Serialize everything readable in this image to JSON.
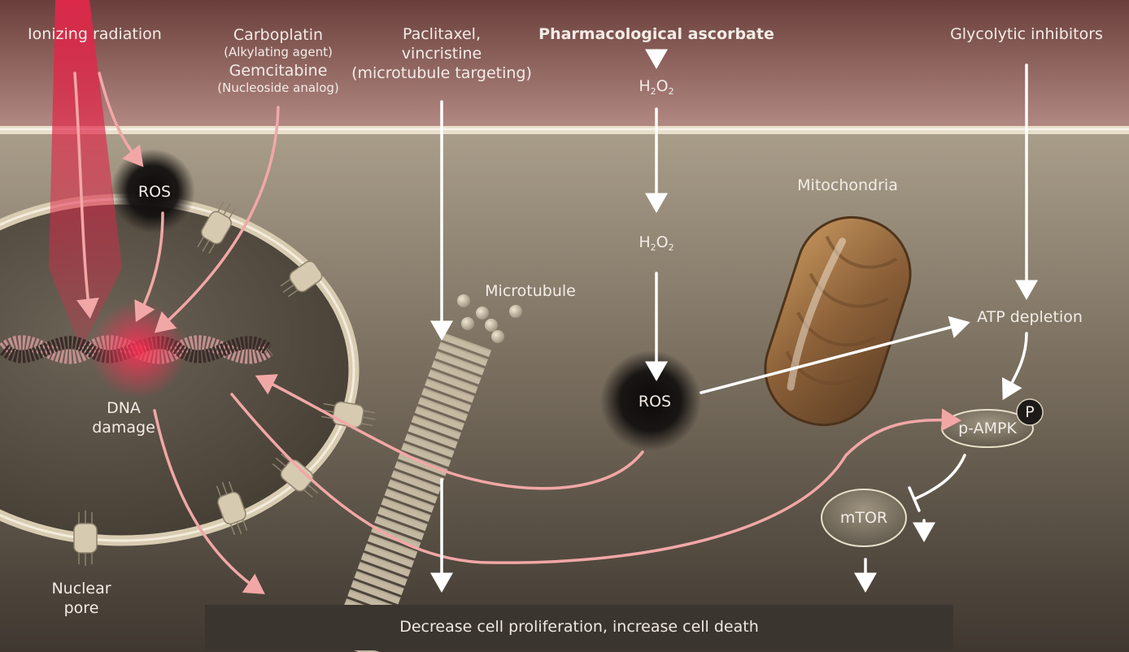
{
  "labels": {
    "ionizing_radiation": "Ionizing radiation",
    "carboplatin": "Carboplatin",
    "alkylating_agent": "(Alkylating agent)",
    "gemcitabine": "Gemcitabine",
    "nucleoside_analog": "(Nucleoside analog)",
    "paclitaxel_line1": "Paclitaxel,",
    "paclitaxel_line2": "vincristine",
    "paclitaxel_line3": "(microtubule targeting)",
    "pharmacological_ascorbate": "Pharmacological ascorbate",
    "h2o2_base": "H",
    "h2o2_sub1": "2",
    "h2o2_mid": "O",
    "h2o2_sub2": "2",
    "glycolytic_inhibitors": "Glycolytic inhibitors",
    "ros": "ROS",
    "mitochondria": "Mitochondria",
    "microtubule": "Microtubule",
    "atp_depletion": "ATP depletion",
    "dna_damage_line1": "DNA",
    "dna_damage_line2": "damage",
    "p_ampk": "p-AMPK",
    "phospho": "P",
    "mtor": "mTOR",
    "nuclear_pore_line1": "Nuclear",
    "nuclear_pore_line2": "pore",
    "outcome": "Decrease cell proliferation, increase cell death"
  },
  "colors": {
    "extracellular_top": "#6a3f3b",
    "extracellular_bottom": "#b48a84",
    "cytoplasm_top": "#a69c88",
    "cytoplasm_bottom": "#3f3830",
    "pink_arrow": "#f2a7a7",
    "white_arrow": "#ffffff",
    "radiation": "#e0284a"
  }
}
